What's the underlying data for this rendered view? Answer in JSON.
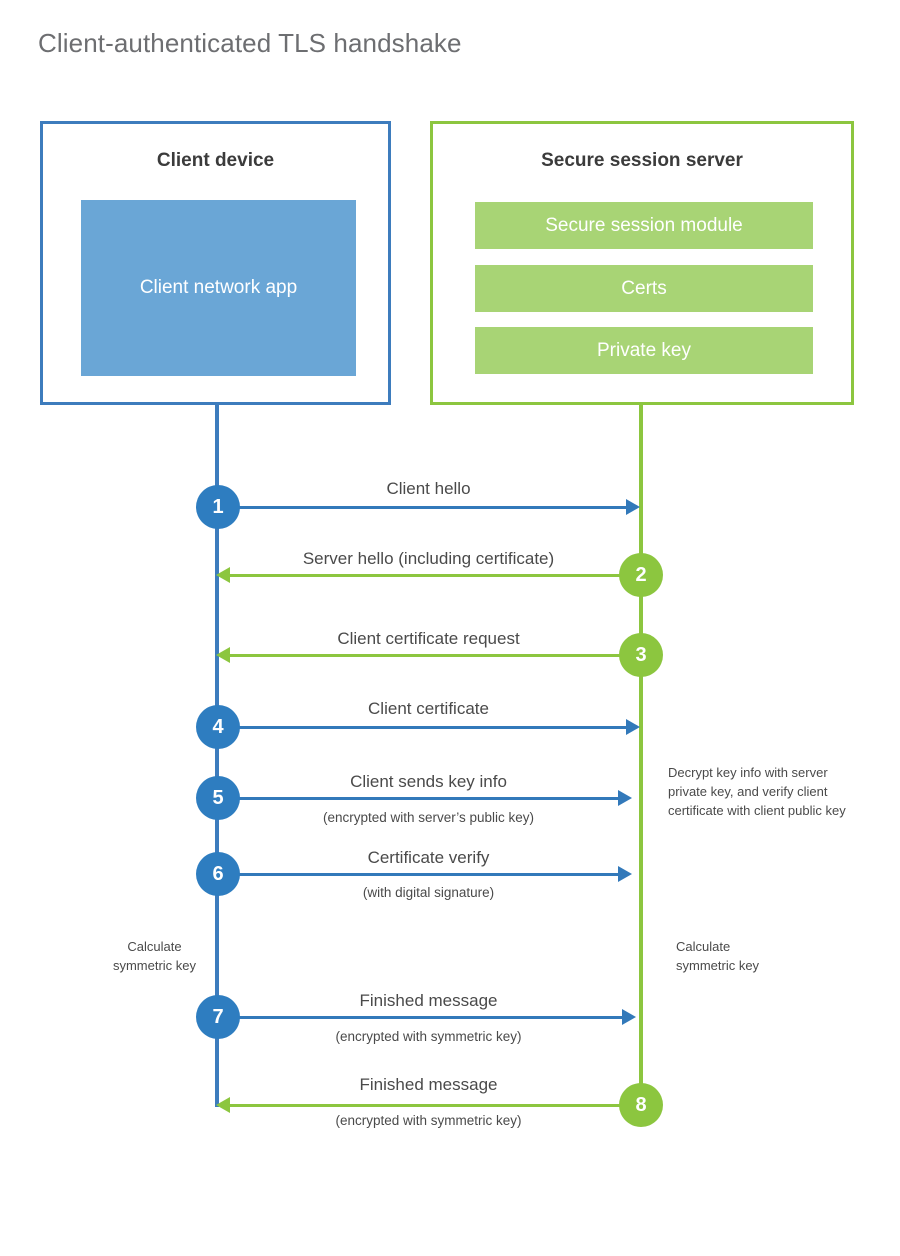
{
  "title": "Client-authenticated TLS handshake",
  "client": {
    "title": "Client device",
    "app_label": "Client network app"
  },
  "server": {
    "title": "Secure session server",
    "components": [
      "Secure session module",
      "Certs",
      "Private key"
    ]
  },
  "colors": {
    "client_border": "#3d7cbd",
    "client_line": "#3d7cbd",
    "client_app_fill": "#6aa6d6",
    "client_circle": "#2e7dc0",
    "client_arrow": "#3279ba",
    "server_border": "#8cc63f",
    "server_line": "#8cc63f",
    "server_bar_fill": "#a8d475",
    "server_circle": "#8cc63f",
    "server_arrow": "#8cc63f",
    "title_text": "#6d6e71",
    "body_text": "#4a4a4a",
    "heading_text": "#3b3b3b",
    "background": "#ffffff"
  },
  "steps": [
    {
      "number": "1",
      "label": "Client hello",
      "sublabel": "",
      "direction": "client-to-server",
      "origin": "client"
    },
    {
      "number": "2",
      "label": "Server hello (including certificate)",
      "sublabel": "",
      "direction": "server-to-client",
      "origin": "server"
    },
    {
      "number": "3",
      "label": "Client certificate request",
      "sublabel": "",
      "direction": "server-to-client",
      "origin": "server"
    },
    {
      "number": "4",
      "label": "Client certificate",
      "sublabel": "",
      "direction": "client-to-server",
      "origin": "client"
    },
    {
      "number": "5",
      "label": "Client sends key info",
      "sublabel": "(encrypted with server’s public key)",
      "direction": "client-to-server",
      "origin": "client"
    },
    {
      "number": "6",
      "label": "Certificate verify",
      "sublabel": "(with digital signature)",
      "direction": "client-to-server",
      "origin": "client"
    },
    {
      "number": "7",
      "label": "Finished message",
      "sublabel": "(encrypted with symmetric key)",
      "direction": "client-to-server",
      "origin": "client"
    },
    {
      "number": "8",
      "label": "Finished message",
      "sublabel": "(encrypted with symmetric key)",
      "direction": "server-to-client",
      "origin": "server"
    }
  ],
  "notes": {
    "server_decrypt": "Decrypt key info with server private key, and verify client certificate with client public key",
    "client_calc": "Calculate\nsymmetric key",
    "server_calc": "Calculate\nsymmetric key"
  }
}
